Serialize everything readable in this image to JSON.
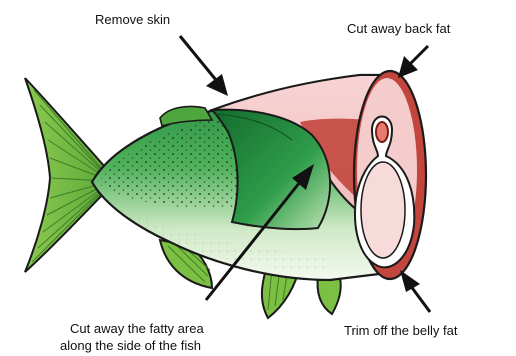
{
  "labels": {
    "remove_skin": "Remove skin",
    "back_fat": "Cut away back fat",
    "side_fat_line1": "Cut away the fatty area",
    "side_fat_line2": "along the side of the fish",
    "belly_fat": "Trim off the belly fat"
  },
  "colors": {
    "fin_green": "#7cc043",
    "body_green": "#2e9a4a",
    "flesh_pink": "#f2c3c3",
    "fat_red": "#c2463d",
    "outline": "#1a1a1a"
  }
}
